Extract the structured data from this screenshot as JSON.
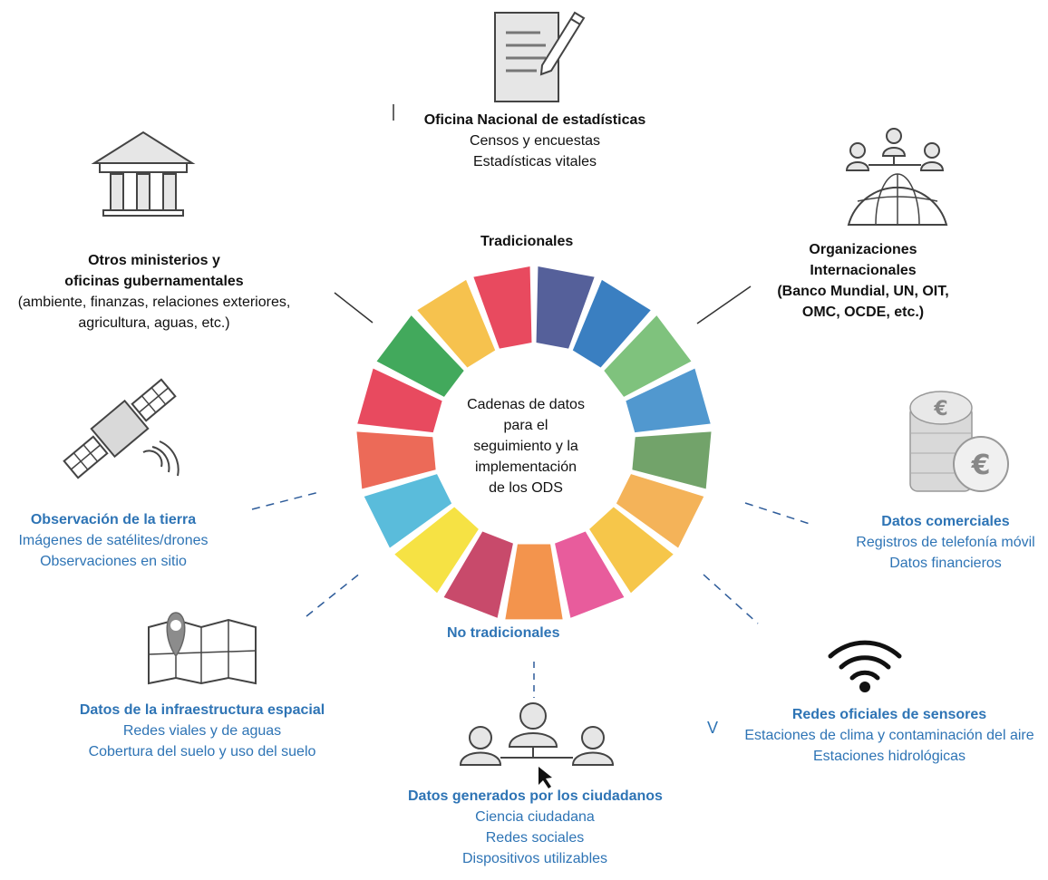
{
  "center": {
    "lines": [
      "Cadenas de datos",
      "para el",
      "seguimiento y la",
      "implementación",
      "de los ODS"
    ]
  },
  "ring": {
    "top_label": "Tradicionales",
    "bottom_label": "No tradicionales",
    "segment_colors": [
      "#55609a",
      "#3a7fc1",
      "#7fc27d",
      "#5198cf",
      "#72a36a",
      "#f4b359",
      "#f6c64a",
      "#e85c9c",
      "#f3944d",
      "#c84a6b",
      "#f6e244",
      "#5abcdb",
      "#ec6a58",
      "#e84a5f",
      "#42a95c",
      "#f6c24e",
      "#e84a5f"
    ]
  },
  "sources": {
    "oficina": {
      "title": "Oficina Nacional de estadísticas",
      "lines": [
        "Censos y encuestas",
        "Estadísticas vitales"
      ],
      "icon": "document-pencil-icon"
    },
    "ministerios": {
      "title": "Otros ministerios y",
      "title2": "oficinas gubernamentales",
      "lines": [
        "(ambiente, finanzas, relaciones exteriores,",
        "agricultura, aguas, etc.)"
      ],
      "icon": "government-building-icon"
    },
    "organizaciones": {
      "title_lines": [
        "Organizaciones",
        "Internacionales",
        "(Banco Mundial, UN, OIT,",
        "OMC, OCDE, etc.)"
      ],
      "icon": "people-globe-icon"
    },
    "observacion": {
      "title": "Observación de la tierra",
      "lines": [
        "Imágenes de satélites/drones",
        "Observaciones en sitio"
      ],
      "icon": "satellite-icon"
    },
    "comerciales": {
      "title": "Datos comerciales",
      "lines": [
        "Registros de telefonía móvil",
        "Datos financieros"
      ],
      "icon": "euro-coins-icon"
    },
    "infraestructura": {
      "title": "Datos de la infraestructura espacial",
      "lines": [
        "Redes viales y de aguas",
        "Cobertura del suelo y uso del suelo"
      ],
      "icon": "map-pin-icon"
    },
    "sensores": {
      "title": "Redes oficiales de sensores",
      "lines": [
        "Estaciones de clima y contaminación del aire",
        "Estaciones hidrológicas"
      ],
      "icon": "wifi-icon"
    },
    "ciudadanos": {
      "title": "Datos generados por los ciudadanos",
      "lines": [
        "Ciencia ciudadana",
        "Redes sociales",
        "Dispositivos utilizables"
      ],
      "icon": "people-network-icon"
    }
  },
  "stray_mark": "V",
  "colors": {
    "blue_text": "#2e74b5",
    "black_text": "#111111",
    "icon_gray": "#d9d9d9",
    "icon_stroke": "#444444"
  }
}
